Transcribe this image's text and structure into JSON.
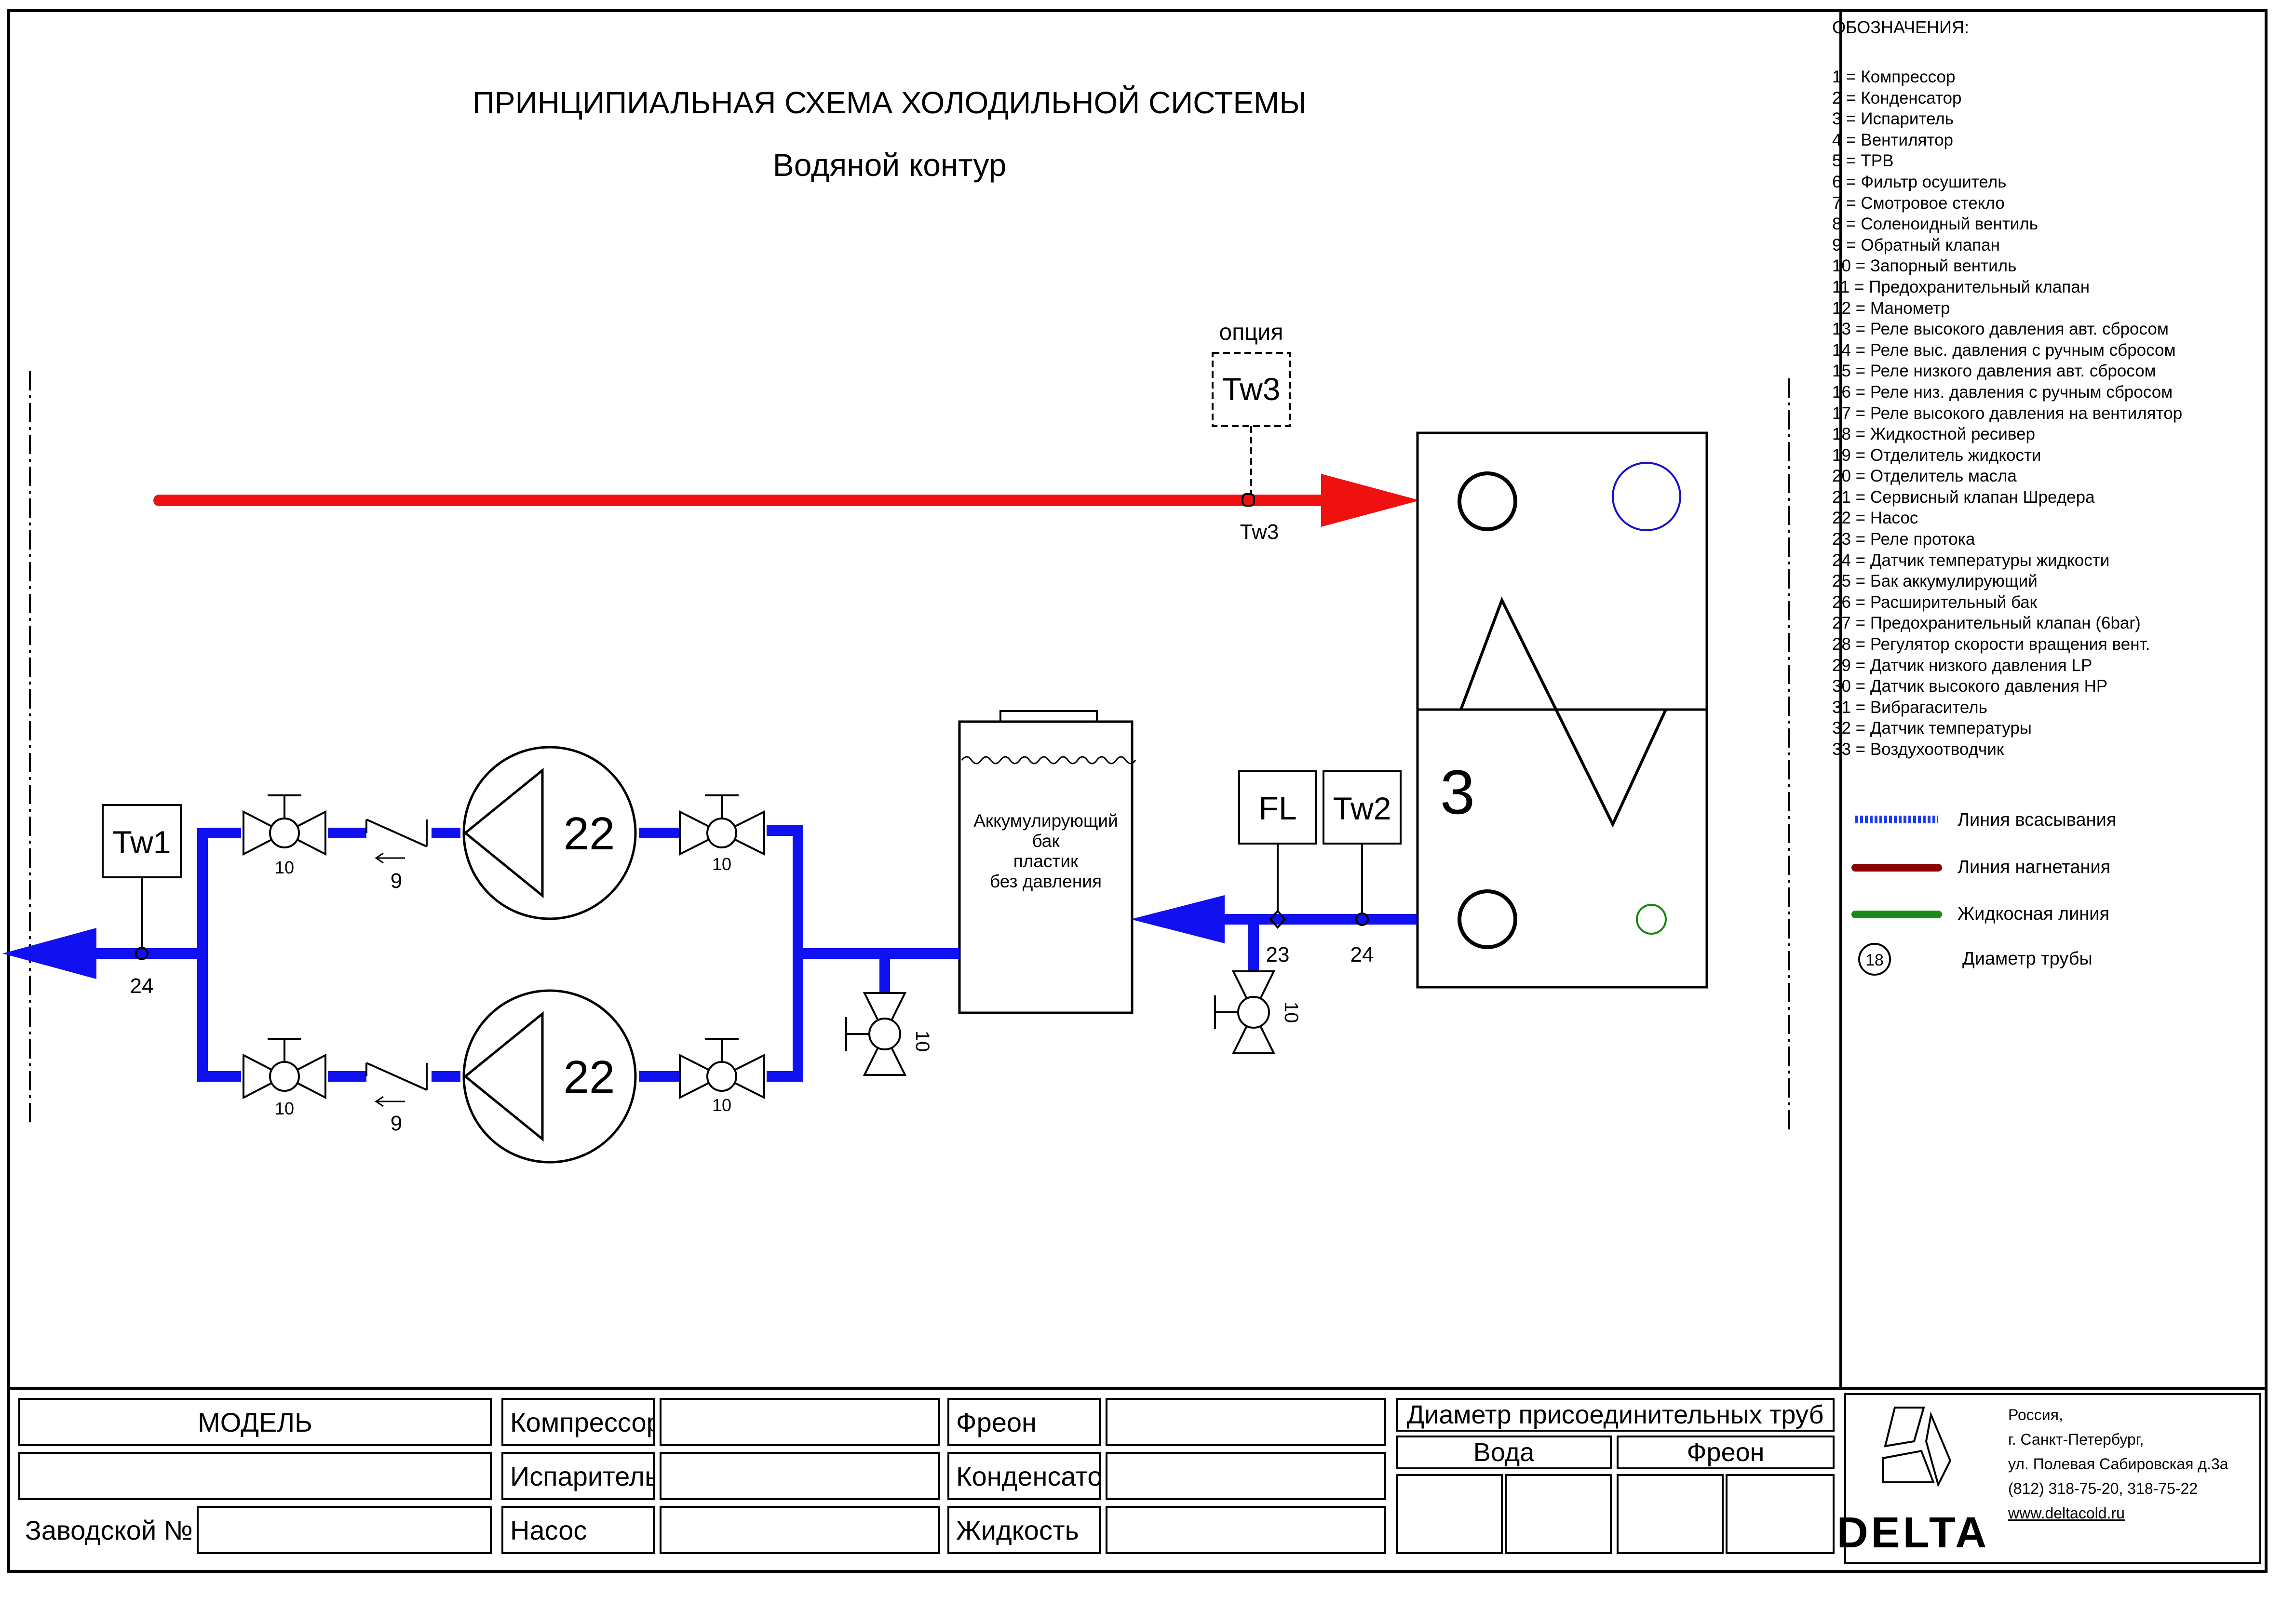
{
  "title": "ПРИНЦИПИАЛЬНАЯ СХЕМА ХОЛОДИЛЬНОЙ СИСТЕМЫ",
  "subtitle": "Водяной контур",
  "option_label": "опция",
  "sensors": {
    "tw1": "Tw1",
    "tw2": "Tw2",
    "tw3": "Tw3",
    "fl": "FL"
  },
  "numbers": {
    "n24": "24",
    "n23": "23",
    "n22": "22",
    "n10": "10",
    "n9": "9",
    "n3": "3"
  },
  "tank_label": [
    "Аккумулирующий",
    "бак",
    "пластик",
    "без давления"
  ],
  "legend": {
    "title": "ОБОЗНАЧЕНИЯ:",
    "items": [
      "1 = Компрессор",
      "2 = Конденсатор",
      "3 = Испаритель",
      "4 = Вентилятор",
      "5 = ТРВ",
      "6 = Фильтр осушитель",
      "7 = Смотровое стекло",
      "8 = Соленоидный вентиль",
      "9 = Обратный клапан",
      "10 = Запорный вентиль",
      "11 = Предохранительный клапан",
      "12 = Манометр",
      "13 = Реле высокого давления авт. сбросом",
      "14 = Реле выс. давления с ручным сбросом",
      "15 = Реле низкого давления авт. сбросом",
      "16 = Реле низ. давления с ручным сбросом",
      "17 = Реле высокого давления на вентилятор",
      "18 = Жидкостной ресивер",
      "19 = Отделитель жидкости",
      "20 = Отделитель масла",
      "21 = Сервисный клапан Шредера",
      "22 = Насос",
      "23 = Реле протока",
      "24 = Датчик температуры жидкости",
      "25 = Бак аккумулирующий",
      "26 = Расширительный бак",
      "27 = Предохранительный клапан (6bar)",
      "28 = Регулятор скорости вращения вент.",
      "29 = Датчик низкого давления LP",
      "30 = Датчик высокого давления HP",
      "31 = Вибрагаситель",
      "32 = Датчик температуры",
      "33 = Воздухоотводчик"
    ],
    "lines": [
      {
        "label": "Линия всасывания",
        "color": "#1a3cf0"
      },
      {
        "label": "Линия нагнетания",
        "color": "#8b0000"
      },
      {
        "label": "Жидкосная линия",
        "color": "#1a8a1a"
      }
    ],
    "pipe_symbol": "18",
    "pipe_label": "Диаметр трубы"
  },
  "title_block": {
    "model": "МОДЕЛЬ",
    "serial": "Заводской №",
    "compressor": "Компрессор",
    "evaporator": "Испаритель",
    "pump": "Насос",
    "freon": "Фреон",
    "condenser": "Конденсатор",
    "liquid": "Жидкость",
    "pipe_diam": "Диаметр присоединительных труб",
    "water": "Вода",
    "freon2": "Фреон"
  },
  "company": {
    "brand": "DELTA",
    "lines": [
      "Россия,",
      "г. Санкт-Петербург,",
      "ул. Полевая Сабировская д.3а",
      "(812) 318-75-20, 318-75-22",
      "www.deltacold.ru"
    ]
  },
  "colors": {
    "water_pipe": "#1010f0",
    "hot_pipe": "#f01010",
    "blue_circle": "#1010d0",
    "green_circle": "#108a10"
  }
}
